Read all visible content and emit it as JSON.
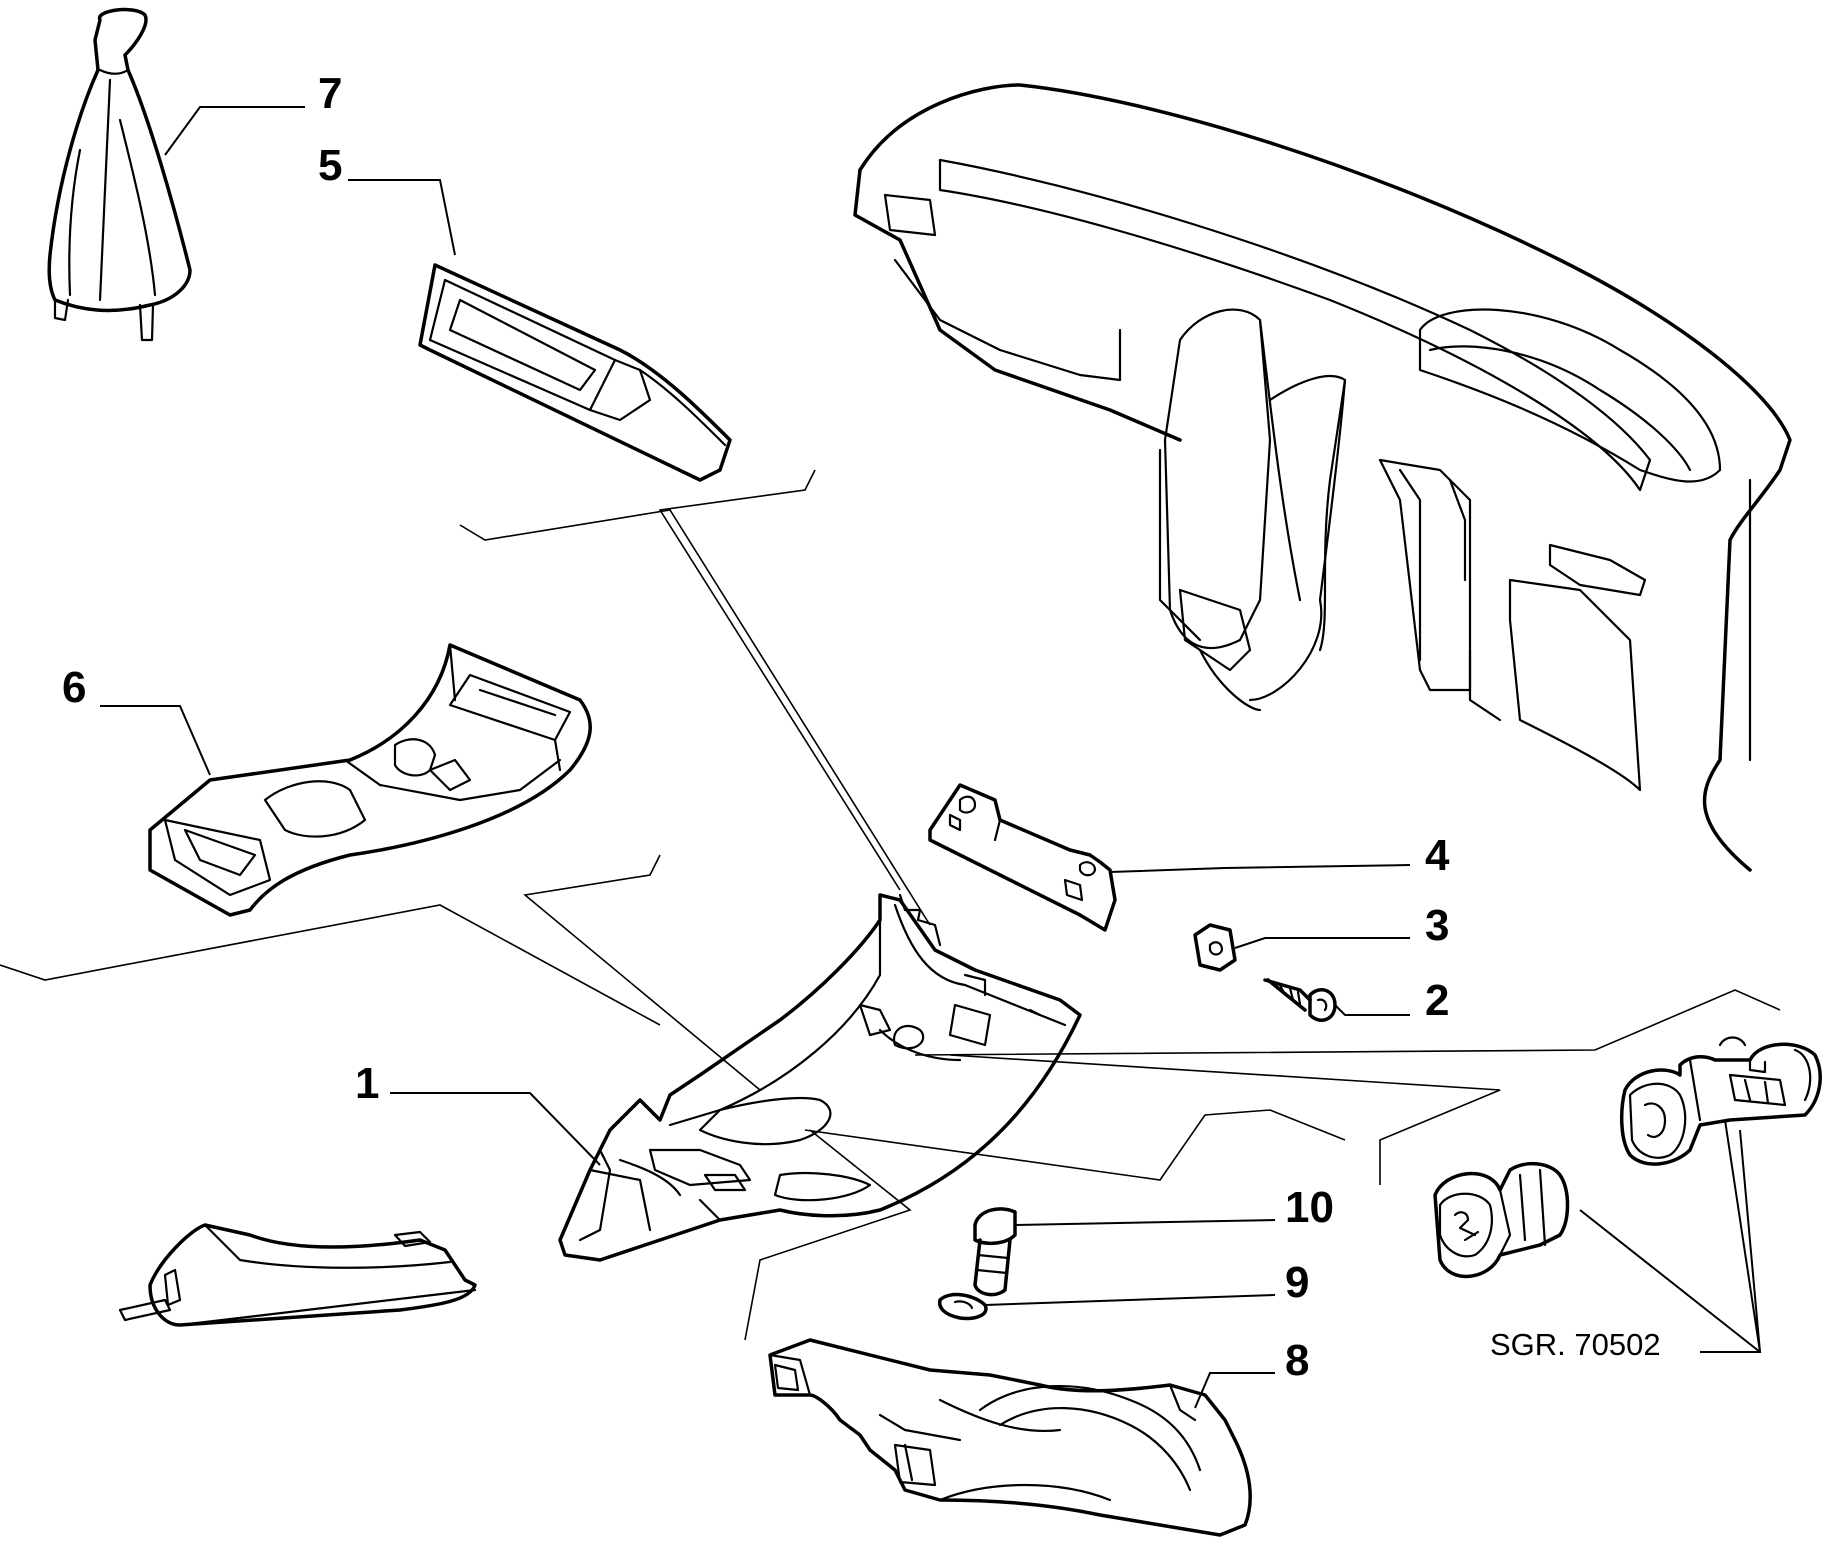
{
  "diagram": {
    "reference_code": "SGR. 70502",
    "callouts": [
      {
        "id": "1",
        "label": "1"
      },
      {
        "id": "2",
        "label": "2"
      },
      {
        "id": "3",
        "label": "3"
      },
      {
        "id": "4",
        "label": "4"
      },
      {
        "id": "5",
        "label": "5"
      },
      {
        "id": "6",
        "label": "6"
      },
      {
        "id": "7",
        "label": "7"
      },
      {
        "id": "8",
        "label": "8"
      },
      {
        "id": "9",
        "label": "9"
      },
      {
        "id": "10",
        "label": "10"
      }
    ],
    "parts_depicted": [
      "gear-lever-boot",
      "console-trim-strip",
      "console-upper-cover",
      "central-tunnel-console",
      "screw",
      "clip-nut",
      "mounting-bracket",
      "air-duct",
      "washer",
      "bolt",
      "cigarette-lighter",
      "dashboard",
      "handbrake-boot"
    ]
  }
}
